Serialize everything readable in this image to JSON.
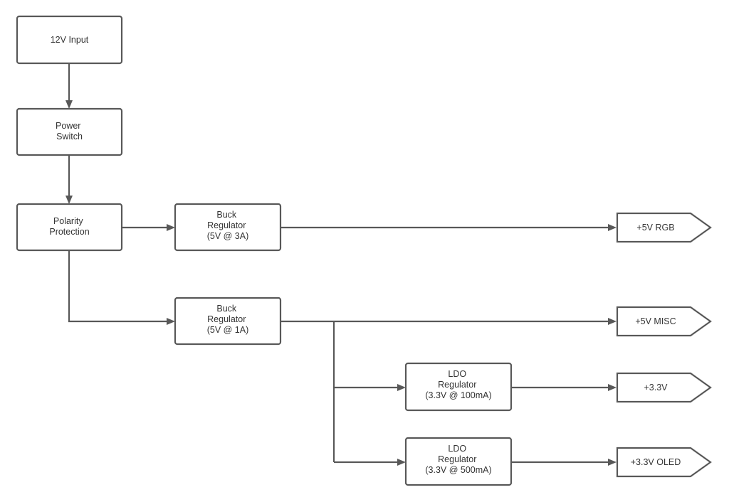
{
  "blocks": {
    "input_12v": {
      "lines": [
        "12V Input"
      ]
    },
    "power_switch": {
      "lines": [
        "Power",
        "Switch"
      ]
    },
    "polarity_protection": {
      "lines": [
        "Polarity",
        "Protection"
      ]
    },
    "buck_3a": {
      "lines": [
        "Buck",
        "Regulator",
        "(5V @ 3A)"
      ]
    },
    "buck_1a": {
      "lines": [
        "Buck",
        "Regulator",
        "(5V @ 1A)"
      ]
    },
    "ldo_100ma": {
      "lines": [
        "LDO",
        "Regulator",
        "(3.3V @ 100mA)"
      ]
    },
    "ldo_500ma": {
      "lines": [
        "LDO",
        "Regulator",
        "(3.3V @ 500mA)"
      ]
    }
  },
  "outputs": {
    "rgb_5v": {
      "label": "+5V RGB"
    },
    "misc_5v": {
      "label": "+5V MISC"
    },
    "v3_3": {
      "label": "+3.3V"
    },
    "oled_3v3": {
      "label": "+3.3V OLED"
    }
  },
  "colors": {
    "stroke": "#585858",
    "text": "#333333",
    "fill": "#ffffff"
  }
}
